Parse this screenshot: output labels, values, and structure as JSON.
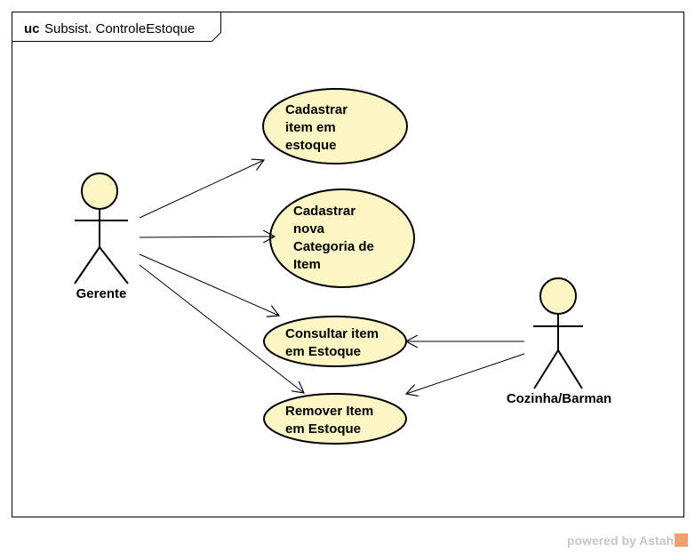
{
  "frame": {
    "kind": "uc",
    "name": "Subsist. ControleEstoque"
  },
  "actors": {
    "gerente": "Gerente",
    "cozinha": "Cozinha/Barman"
  },
  "use_cases": {
    "cadastrar_item": [
      "Cadastrar",
      "item em",
      "estoque"
    ],
    "cadastrar_categoria": [
      "Cadastrar",
      "nova",
      "Categoria de",
      "Item"
    ],
    "consultar_item": [
      "Consultar item",
      "em Estoque"
    ],
    "remover_item": [
      "Remover Item",
      "em Estoque"
    ]
  },
  "colors": {
    "use_case_fill": "#fcf6c4",
    "actor_fill": "#fcf6c4",
    "stroke": "#000000"
  },
  "watermark": {
    "text": "powered by Astah"
  }
}
